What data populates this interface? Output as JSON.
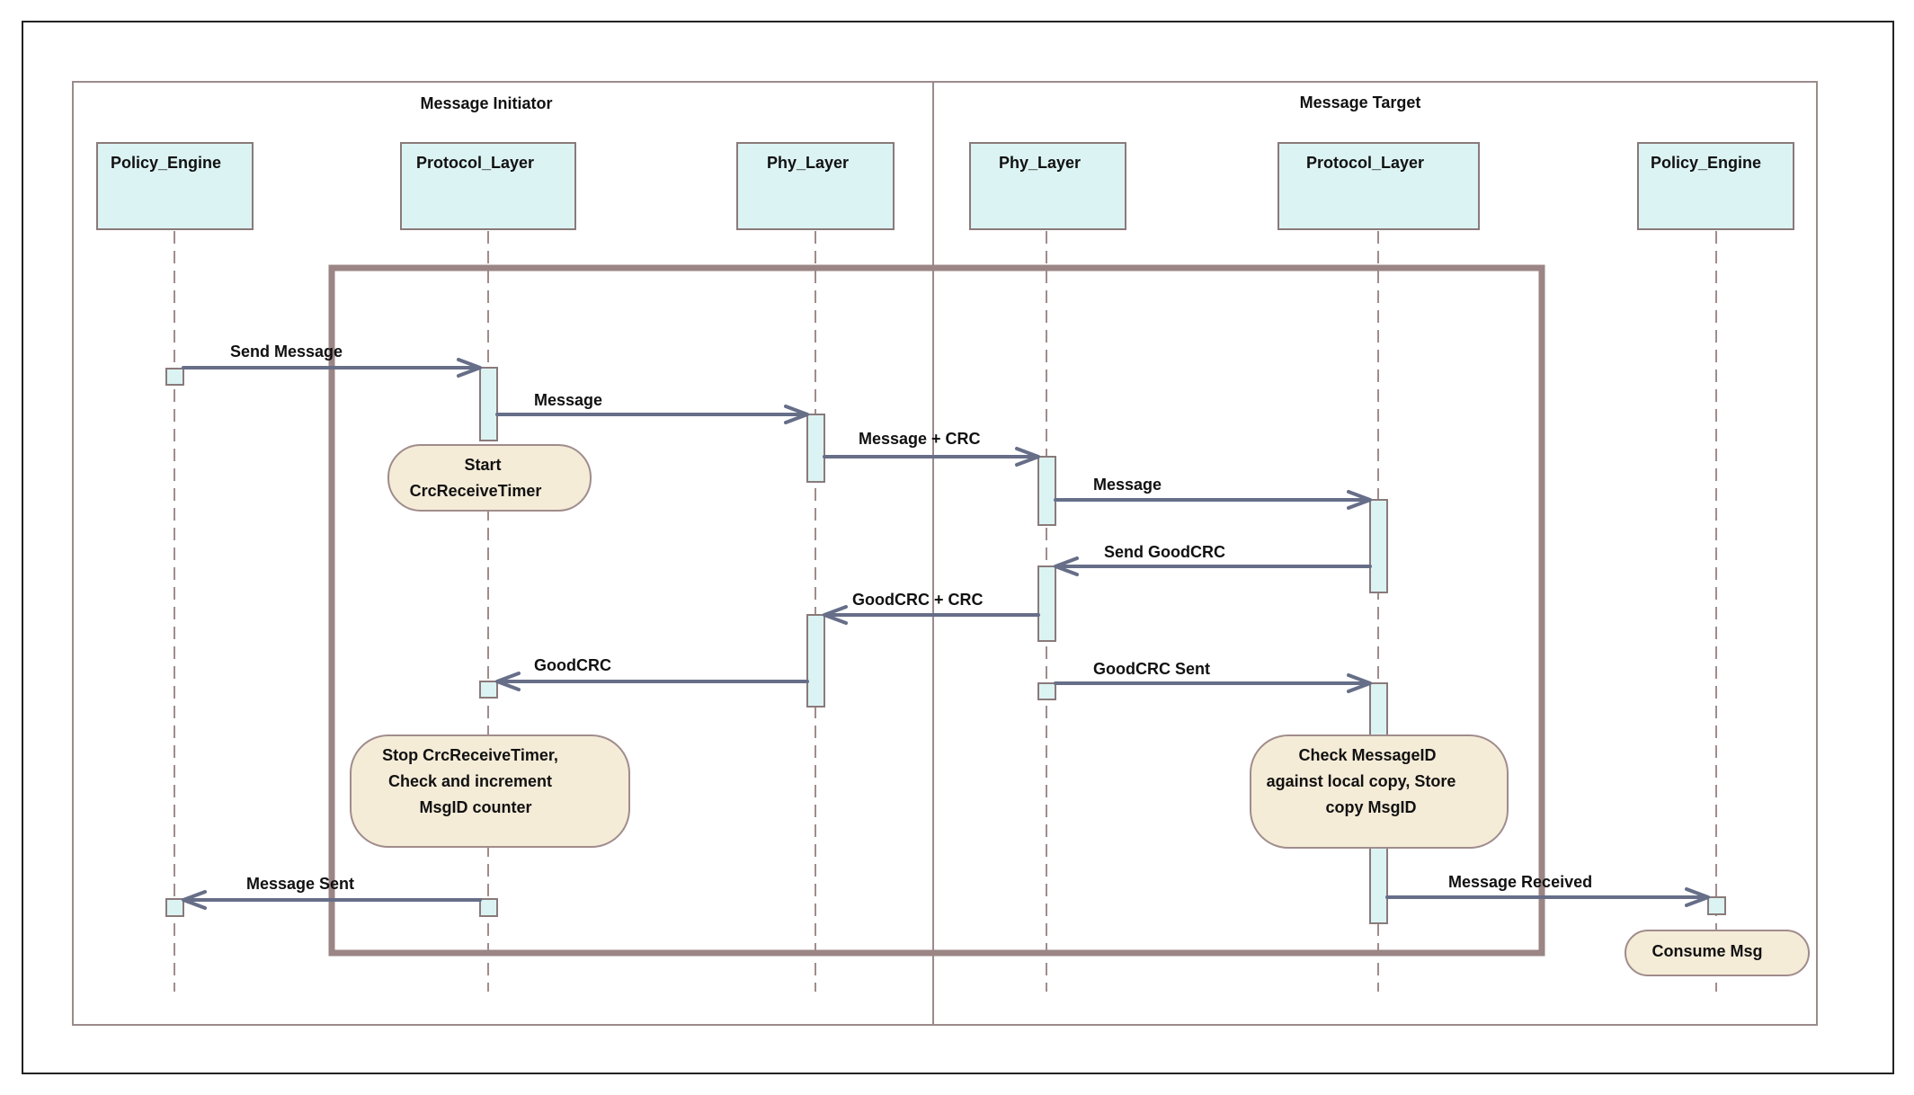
{
  "colors": {
    "frame": "#222222",
    "region_border": "#9b8b8b",
    "lifeline_box_fill": "#dcf3f3",
    "lifeline_box_stroke": "#8a7a7a",
    "lifeline_dash": "#a08c8c",
    "activation_fill": "#dcf3f3",
    "activation_stroke": "#8a7a7a",
    "arrow": "#666e88",
    "note_fill": "#f5ecd8",
    "note_stroke": "#a08c8c",
    "fragment": "#9b8585"
  },
  "regions": [
    {
      "title": "Message Initiator"
    },
    {
      "title": "Message Target"
    }
  ],
  "lifelines": [
    {
      "id": "pe1",
      "label": "Policy_Engine"
    },
    {
      "id": "pl1",
      "label": "Protocol_Layer"
    },
    {
      "id": "phy1",
      "label": "Phy_Layer"
    },
    {
      "id": "phy2",
      "label": "Phy_Layer"
    },
    {
      "id": "pl2",
      "label": "Protocol_Layer"
    },
    {
      "id": "pe2",
      "label": "Policy_Engine"
    }
  ],
  "messages": [
    {
      "label": "Send Message",
      "from": "pe1",
      "to": "pl1"
    },
    {
      "label": "Message",
      "from": "pl1",
      "to": "phy1"
    },
    {
      "label": "Message + CRC",
      "from": "phy1",
      "to": "phy2"
    },
    {
      "label": "Message",
      "from": "phy2",
      "to": "pl2"
    },
    {
      "label": "Send GoodCRC",
      "from": "pl2",
      "to": "phy2"
    },
    {
      "label": "GoodCRC + CRC",
      "from": "phy2",
      "to": "phy1"
    },
    {
      "label": "GoodCRC",
      "from": "phy1",
      "to": "pl1"
    },
    {
      "label": "GoodCRC Sent",
      "from": "phy2",
      "to": "pl2"
    },
    {
      "label": "Message Sent",
      "from": "pl1",
      "to": "pe1"
    },
    {
      "label": "Message Received",
      "from": "pl2",
      "to": "pe2"
    }
  ],
  "notes": [
    {
      "lines": [
        "Start",
        "CrcReceiveTimer"
      ]
    },
    {
      "lines": [
        "Stop CrcReceiveTimer,",
        "Check and increment",
        "MsgID counter"
      ]
    },
    {
      "lines": [
        "Check MessageID",
        "against local copy, Store",
        "copy MsgID"
      ]
    },
    {
      "lines": [
        "Consume Msg"
      ]
    }
  ]
}
